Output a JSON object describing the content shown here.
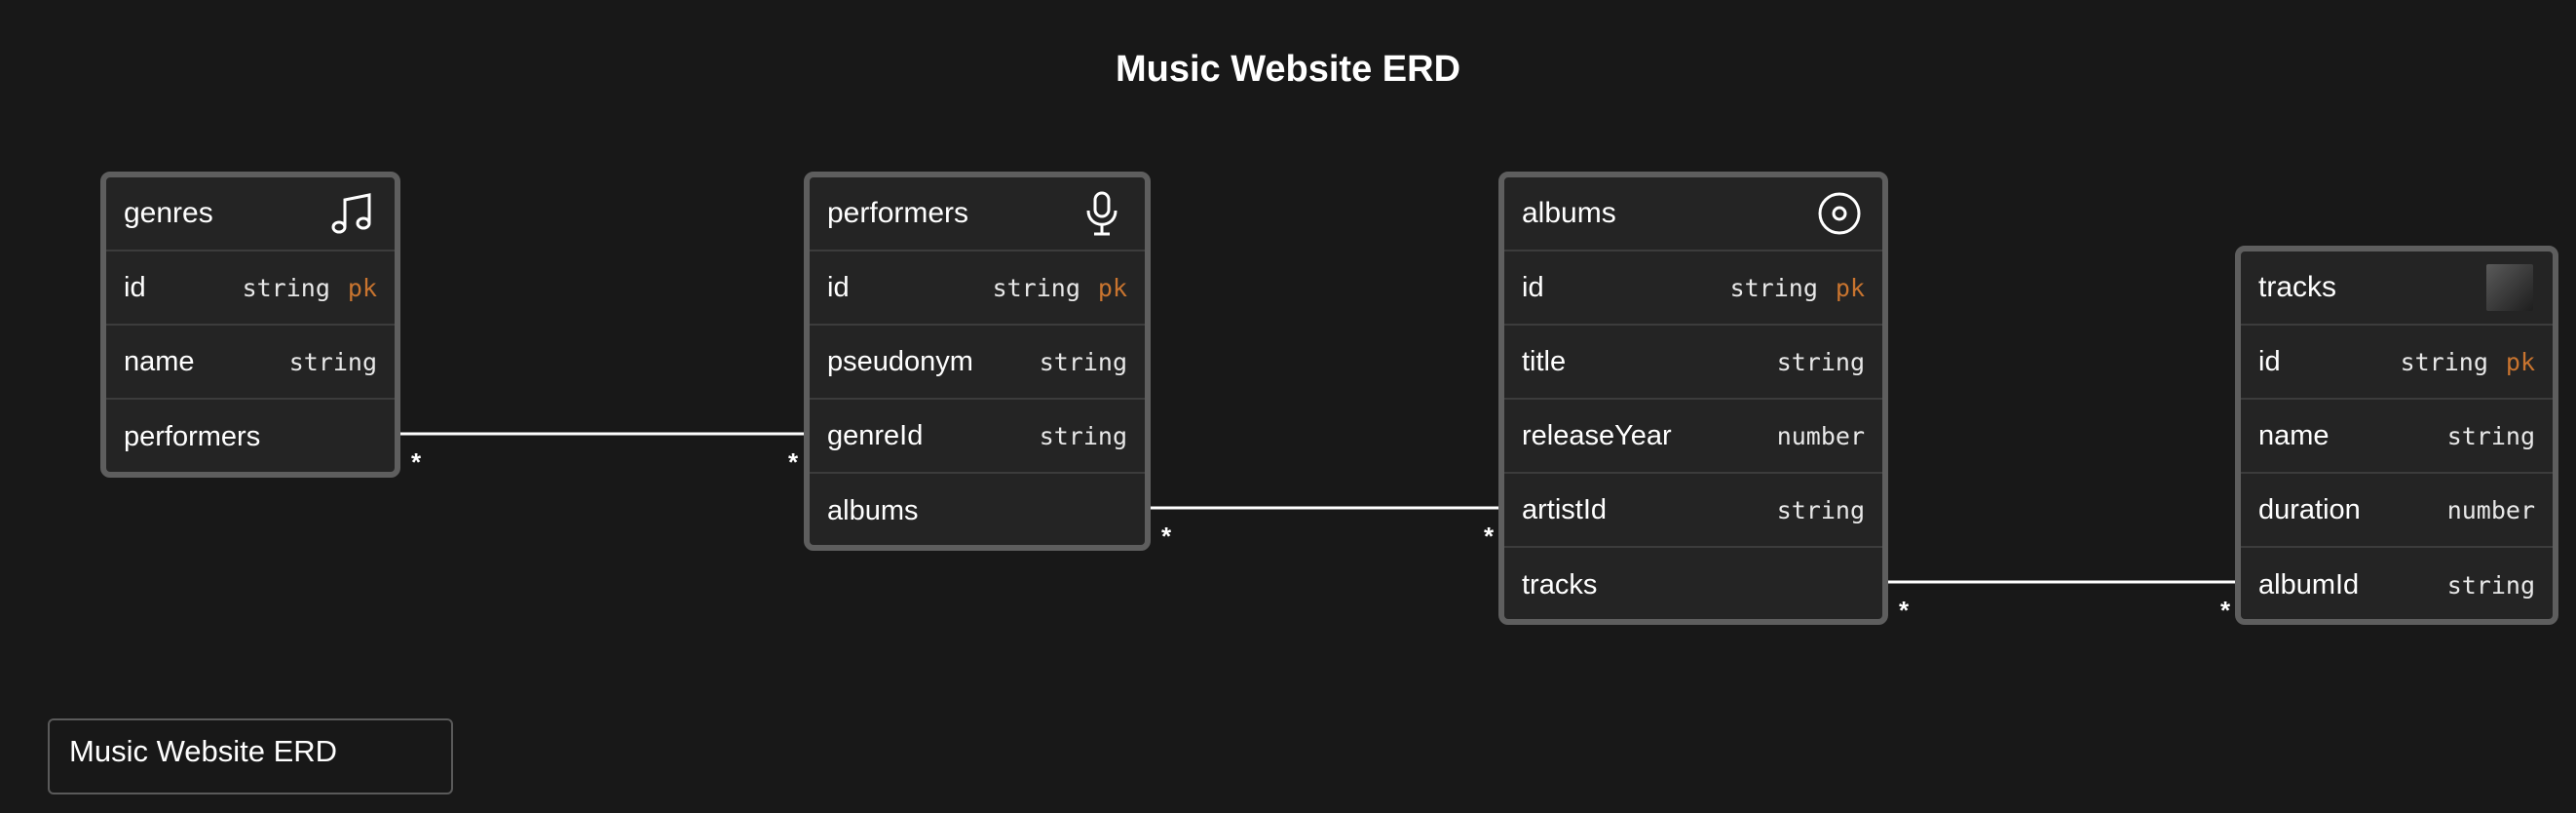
{
  "title": "Music Website ERD",
  "legend_label": "Music Website ERD",
  "colors": {
    "background": "#181818",
    "table_bg": "#242424",
    "table_border": "#5e5e5e",
    "pk": "#c8742f",
    "text": "#ffffff"
  },
  "tables": [
    {
      "name": "genres",
      "icon": "music-note-icon",
      "fields": [
        {
          "name": "id",
          "type": "string",
          "key": "pk"
        },
        {
          "name": "name",
          "type": "string",
          "key": ""
        },
        {
          "name": "performers",
          "type": "",
          "key": ""
        }
      ]
    },
    {
      "name": "performers",
      "icon": "microphone-icon",
      "fields": [
        {
          "name": "id",
          "type": "string",
          "key": "pk"
        },
        {
          "name": "pseudonym",
          "type": "string",
          "key": ""
        },
        {
          "name": "genreId",
          "type": "string",
          "key": ""
        },
        {
          "name": "albums",
          "type": "",
          "key": ""
        }
      ]
    },
    {
      "name": "albums",
      "icon": "disc-icon",
      "fields": [
        {
          "name": "id",
          "type": "string",
          "key": "pk"
        },
        {
          "name": "title",
          "type": "string",
          "key": ""
        },
        {
          "name": "releaseYear",
          "type": "number",
          "key": ""
        },
        {
          "name": "artistId",
          "type": "string",
          "key": ""
        },
        {
          "name": "tracks",
          "type": "",
          "key": ""
        }
      ]
    },
    {
      "name": "tracks",
      "icon": "album-cover-icon",
      "fields": [
        {
          "name": "id",
          "type": "string",
          "key": "pk"
        },
        {
          "name": "name",
          "type": "string",
          "key": ""
        },
        {
          "name": "duration",
          "type": "number",
          "key": ""
        },
        {
          "name": "albumId",
          "type": "string",
          "key": ""
        }
      ]
    }
  ],
  "relations": [
    {
      "from": "genres.performers",
      "to": "performers.genreId",
      "from_cardinality": "*",
      "to_cardinality": "*"
    },
    {
      "from": "performers.albums",
      "to": "albums.artistId",
      "from_cardinality": "*",
      "to_cardinality": "*"
    },
    {
      "from": "albums.tracks",
      "to": "tracks.albumId",
      "from_cardinality": "*",
      "to_cardinality": "*"
    }
  ]
}
